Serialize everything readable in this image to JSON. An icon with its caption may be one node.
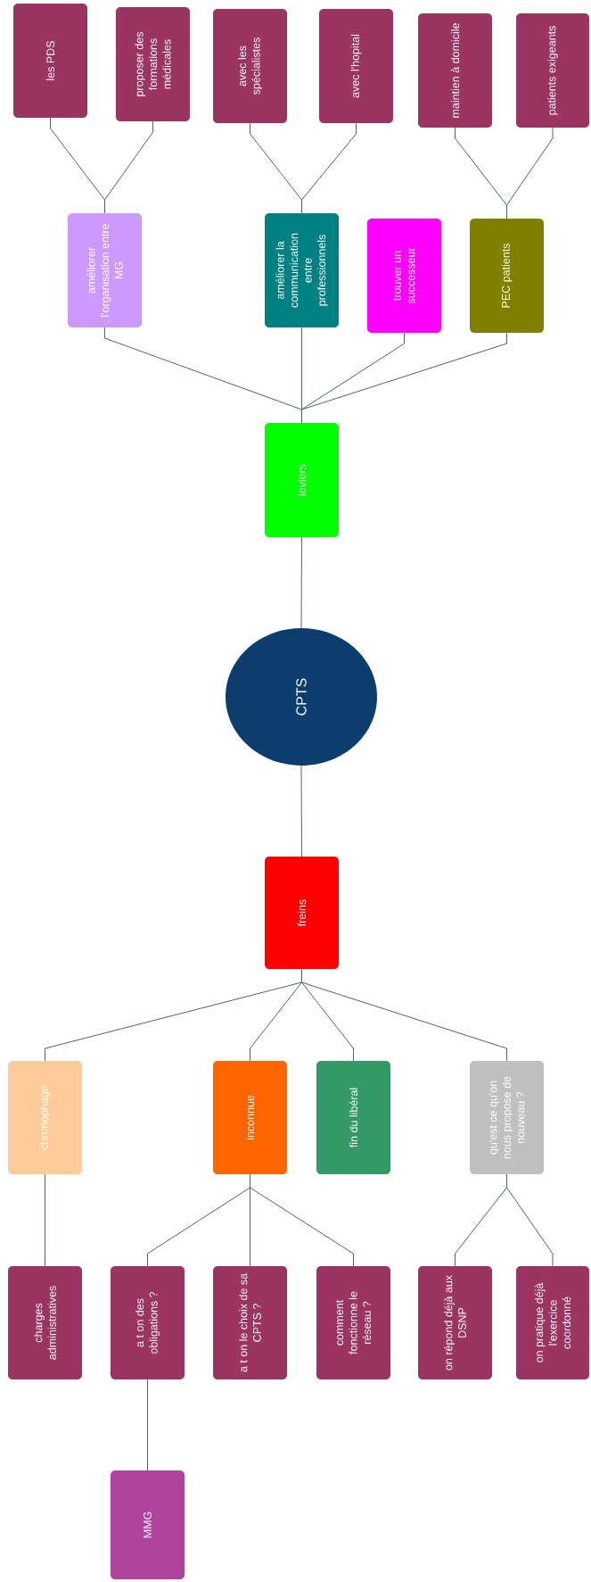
{
  "diagram": {
    "nodes": [
      {
        "text": [
          "les PDS"
        ]
      },
      {
        "text": [
          "proposer des formations médicales"
        ]
      },
      {
        "text": [
          "avec les spécialistes"
        ]
      },
      {
        "text": [
          "avec l'hopital"
        ]
      },
      {
        "text": [
          "maintien à domicile"
        ]
      },
      {
        "text": [
          "patients exigeants"
        ]
      },
      {
        "text": [
          "améliorer l'organisation entre MG"
        ]
      },
      {
        "text": [
          "améliorer la communication entre professionnels"
        ]
      },
      {
        "text": [
          "trouver un successeur"
        ]
      },
      {
        "text": [
          "PEC patients"
        ]
      },
      {
        "text": [
          "leviers"
        ]
      },
      {
        "text": [
          "CPTS"
        ]
      },
      {
        "text": [
          "freins"
        ]
      },
      {
        "text": [
          "chronophage"
        ]
      },
      {
        "text": [
          "inconnue"
        ]
      },
      {
        "text": [
          "fin du libéral"
        ]
      },
      {
        "text": [
          "qu'est ce qu'on nous propose de nouveau ?"
        ]
      },
      {
        "text": [
          "charges administratives"
        ]
      },
      {
        "text": [
          "a t on des obligations ?"
        ]
      },
      {
        "text": [
          "a t on le choix de sa CPTS ?"
        ]
      },
      {
        "text": [
          "comment fonctionne le réseau ?"
        ]
      },
      {
        "text": [
          "on répond déjà aux DSNP"
        ]
      },
      {
        "text": [
          "on pratique déjà l'exercice coordonné"
        ]
      },
      {
        "text": [
          "MMG"
        ]
      }
    ],
    "edges": [
      {
        "from": 11,
        "to": 10,
        "arrow": "none"
      },
      {
        "from": 10,
        "to": 6,
        "arrow": "none"
      },
      {
        "from": 10,
        "to": 7,
        "arrow": "none"
      },
      {
        "from": 10,
        "to": 8,
        "arrow": "none"
      },
      {
        "from": 10,
        "to": 9,
        "arrow": "none"
      },
      {
        "from": 6,
        "to": 0,
        "arrow": "none"
      },
      {
        "from": 6,
        "to": 1,
        "arrow": "none"
      },
      {
        "from": 7,
        "to": 2,
        "arrow": "none"
      },
      {
        "from": 7,
        "to": 3,
        "arrow": "none"
      },
      {
        "from": 9,
        "to": 4,
        "arrow": "none"
      },
      {
        "from": 9,
        "to": 5,
        "arrow": "none"
      },
      {
        "from": 11,
        "to": 12,
        "arrow": "none"
      },
      {
        "from": 12,
        "to": 13,
        "arrow": "none"
      },
      {
        "from": 12,
        "to": 14,
        "arrow": "none"
      },
      {
        "from": 12,
        "to": 15,
        "arrow": "none"
      },
      {
        "from": 12,
        "to": 16,
        "arrow": "none"
      },
      {
        "from": 13,
        "to": 17,
        "arrow": "none"
      },
      {
        "from": 14,
        "to": 18,
        "arrow": "none"
      },
      {
        "from": 14,
        "to": 19,
        "arrow": "none"
      },
      {
        "from": 14,
        "to": 20,
        "arrow": "none"
      },
      {
        "from": 16,
        "to": 21,
        "arrow": "none"
      },
      {
        "from": 16,
        "to": 22,
        "arrow": "none"
      },
      {
        "from": 18,
        "to": 23,
        "arrow": "none"
      }
    ]
  }
}
